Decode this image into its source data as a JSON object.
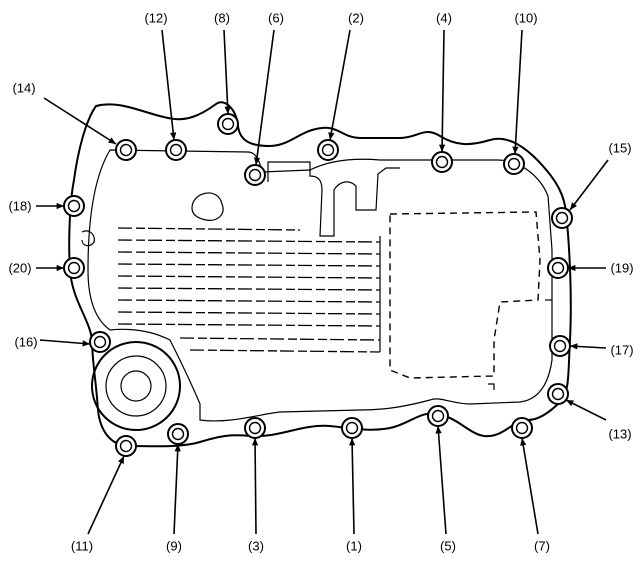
{
  "bolt_labels": [
    "(12)",
    "(8)",
    "(6)",
    "(2)",
    "(4)",
    "(10)",
    "(14)",
    "(15)",
    "(18)",
    "(19)",
    "(20)",
    "(16)",
    "(17)",
    "(13)",
    "(11)",
    "(9)",
    "(3)",
    "(1)",
    "(5)",
    "(7)"
  ]
}
